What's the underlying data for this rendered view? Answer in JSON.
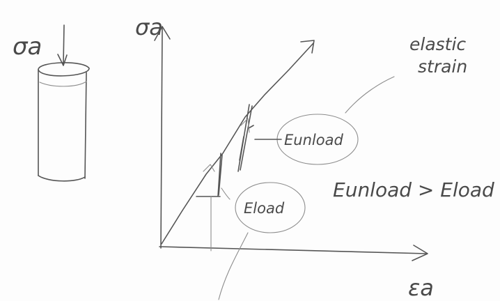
{
  "labels": {
    "specimen_stress": "σa",
    "axis_y": "σa",
    "axis_x": "εa",
    "elastic_strain": [
      "elastic",
      "strain"
    ],
    "e_unload": "Eunload",
    "e_load": "Eload",
    "relation": "Eunload > Eload"
  }
}
